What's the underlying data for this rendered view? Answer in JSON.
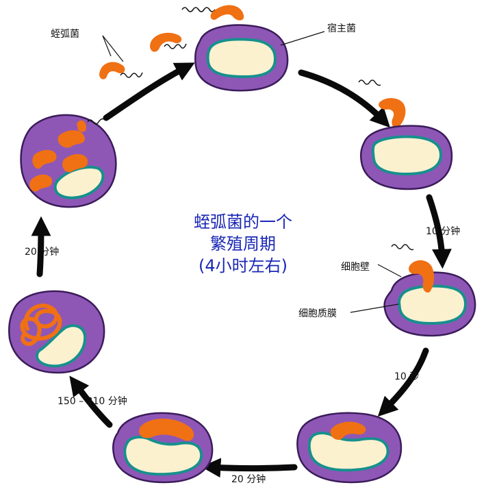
{
  "title": {
    "line1": "蛭弧菌的一个",
    "line2": "繁殖周期",
    "line3": "(4小时左右)"
  },
  "labels": {
    "bdellovibrio": "蛭弧菌",
    "host": "宿主菌",
    "cell_wall": "细胞壁",
    "cell_membrane": "细胞质膜"
  },
  "times": {
    "t1": "10 分钟",
    "t2": "10 秒",
    "t3": "20 分钟",
    "t4": "150 – 210 分钟",
    "t5": "20 分钟"
  },
  "colors": {
    "cell_purple": "#8e57b6",
    "cell_outline": "#3b1c5a",
    "membrane_teal": "#17908d",
    "cytoplasm": "#fbf1cf",
    "bacterium_orange": "#f07014",
    "title_blue": "#1a27b5",
    "arrow_black": "#0a0a0a"
  }
}
